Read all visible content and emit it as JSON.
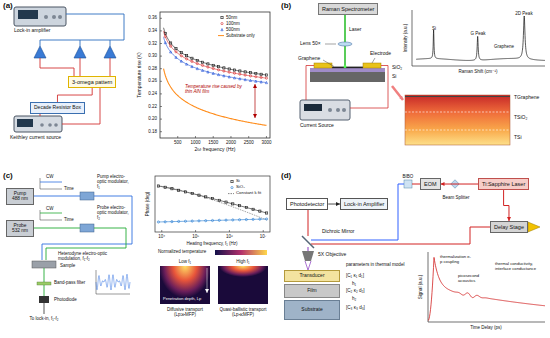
{
  "diagram": {
    "nodes": [
      {
        "text": [
          "3-omega pattern"
        ]
      },
      {
        "text": [
          "Decade Resistor Box"
        ]
      },
      {
        "text": [
          "Raman Spectrometer"
        ]
      },
      {
        "text": [
          "Pump 488 nm"
        ]
      },
      {
        "text": [
          "Probe 532 nm"
        ]
      },
      {
        "text": [
          "Ti:Sapphire Laser"
        ]
      },
      {
        "text": [
          "EOM"
        ]
      },
      {
        "text": [
          "Delay Stage"
        ]
      },
      {
        "text": [
          "Photodetector"
        ]
      },
      {
        "text": [
          "Lock-in Amplifier"
        ]
      },
      {
        "text": [
          "Transducer"
        ]
      },
      {
        "text": [
          "Film"
        ]
      },
      {
        "text": [
          "Substrate"
        ]
      }
    ],
    "edges": [
      {
        "from": 1,
        "to": 0,
        "arrow": "none"
      },
      {
        "from": 5,
        "to": 6,
        "arrow": "to"
      },
      {
        "from": 5,
        "to": 7,
        "arrow": "to"
      },
      {
        "from": 8,
        "to": 9,
        "arrow": "to"
      }
    ],
    "labels": [
      "(a)",
      "Lock-in amplifier",
      "Keithley current source",
      "Temperature rise caused by thin AlN film",
      "0.36",
      "0.34",
      "0.32",
      "0.30",
      "0.28",
      "0.26",
      "0.24",
      "0.22",
      "0.20",
      "0.18",
      "500",
      "1000",
      "1500",
      "2000",
      "2500",
      "3000",
      "2ω frequency (Hz)",
      "Temperature rise (K)",
      "(b)",
      "Laser",
      "Lens 50×",
      "Electrode",
      "Graphene",
      "SiO₂",
      "Si",
      "Current Source",
      "Si",
      "G Peak",
      "2D Peak",
      "Graphene",
      "Raman Shift (cm⁻¹)",
      "Intensity (a.u.)",
      "TGraphene",
      "TSiO₂",
      "TSi",
      "(c)",
      "CW",
      "Time",
      "CW",
      "Time",
      "Pump electro-optic modulator, f₁",
      "Probe electro-optic modulator, f₂",
      "Sample",
      "Heterodyne electro-optic modulation, f₁-f₂",
      "Photodiode",
      "Band-pass filter",
      "To lock-in, f₁-f₂",
      "Phase (deg)",
      "Heating frequency, f₁ (Hz)",
      "10⁴",
      "10⁵",
      "10⁶",
      "10⁷",
      "Normalized temperature",
      "Low f₁",
      "High f₁",
      "Penetration depth, Lp",
      "Diffusive transport (Lp≫MFP)",
      "Quasi-ballistic transport (Lp≪MFP)",
      "(d)",
      "BIBO",
      "Beam Splitter",
      "Dichroic Mirror",
      "5X Objective",
      "parameters in thermal model",
      "[C₁ κ₁ d₁]",
      "h₁",
      "[C₂ κ₂ d₂]",
      "h₂",
      "[C₃ κ₃ d₃]",
      "Signal (a.u.)",
      "Time Delay (ps)",
      "thermalization e-p coupling",
      "picosecond acoustics",
      "thermal conductivity, interface conductance"
    ],
    "legend": [
      {
        "text": "50nm"
      },
      {
        "text": "100nm"
      },
      {
        "text": "500nm"
      },
      {
        "text": "Substrate only"
      },
      {
        "text": "Si"
      },
      {
        "text": "SiO₂"
      },
      {
        "text": "Constant k fit"
      }
    ]
  }
}
